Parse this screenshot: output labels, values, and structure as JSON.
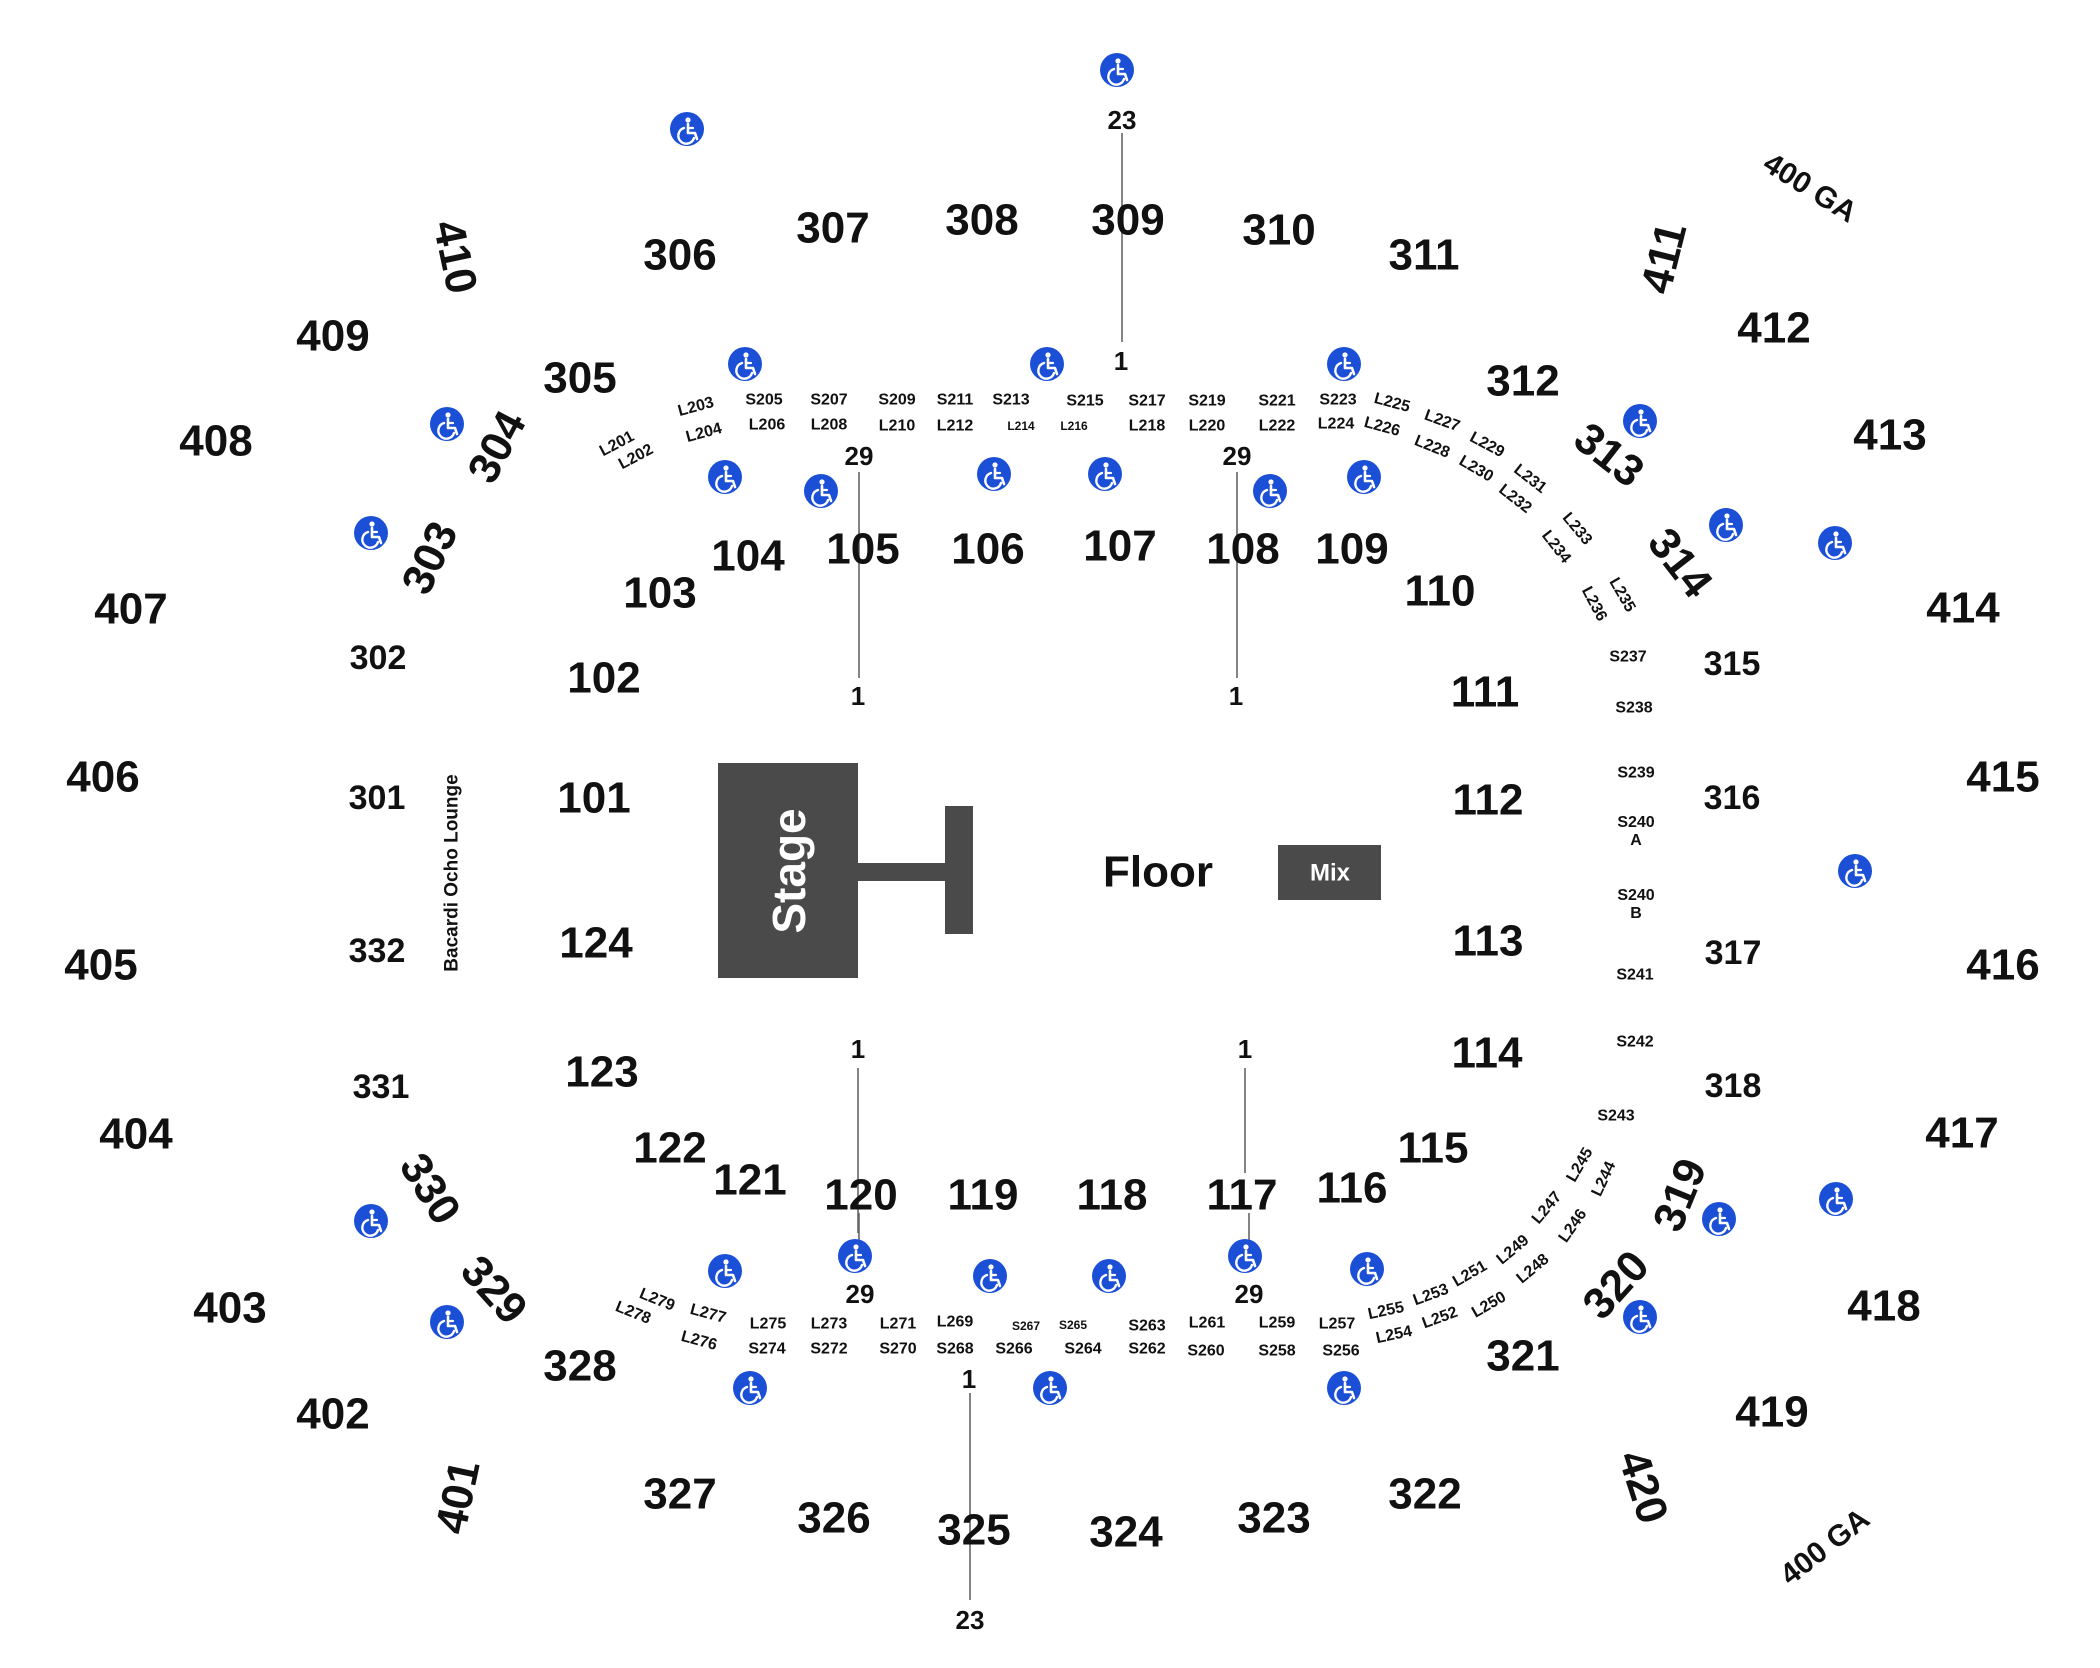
{
  "map": {
    "venue_labels": {
      "stage": "Stage",
      "floor": "Floor",
      "mix": "Mix",
      "lounge": "Bacardi Ocho Lounge",
      "ga_top": "400 GA",
      "ga_bottom": "400 GA"
    },
    "sections_100": [
      "101",
      "102",
      "103",
      "104",
      "105",
      "106",
      "107",
      "108",
      "109",
      "110",
      "111",
      "112",
      "113",
      "114",
      "115",
      "116",
      "117",
      "118",
      "119",
      "120",
      "121",
      "122",
      "123",
      "124"
    ],
    "sections_300": [
      "301",
      "302",
      "303",
      "304",
      "305",
      "306",
      "307",
      "308",
      "309",
      "310",
      "311",
      "312",
      "313",
      "314",
      "315",
      "316",
      "317",
      "318",
      "319",
      "320",
      "321",
      "322",
      "323",
      "324",
      "325",
      "326",
      "327",
      "328",
      "329",
      "330",
      "331",
      "332"
    ],
    "sections_400": [
      "401",
      "402",
      "403",
      "404",
      "405",
      "406",
      "407",
      "408",
      "409",
      "410",
      "411",
      "412",
      "413",
      "414",
      "415",
      "416",
      "417",
      "418",
      "419",
      "420"
    ],
    "suites": [
      "S205",
      "S207",
      "S209",
      "S211",
      "S213",
      "S215",
      "S217",
      "S219",
      "S221",
      "S223",
      "S237",
      "S238",
      "S239",
      "S240\nA",
      "S240\nB",
      "S241",
      "S242",
      "S243",
      "S256",
      "S258",
      "S260",
      "S262",
      "S263",
      "S264",
      "S265",
      "S266",
      "S267",
      "S268",
      "S270",
      "S272",
      "S274"
    ],
    "loges": [
      "L201",
      "L202",
      "L203",
      "L204",
      "L206",
      "L208",
      "L210",
      "L212",
      "L214",
      "L216",
      "L218",
      "L220",
      "L222",
      "L224",
      "L225",
      "L226",
      "L227",
      "L228",
      "L229",
      "L230",
      "L231",
      "L232",
      "L233",
      "L234",
      "L235",
      "L236",
      "L244",
      "L245",
      "L246",
      "L247",
      "L248",
      "L249",
      "L250",
      "L251",
      "L252",
      "L253",
      "L254",
      "L255",
      "L257",
      "L259",
      "L261",
      "L269",
      "L271",
      "L273",
      "L275",
      "L276",
      "L277",
      "L278",
      "L279"
    ],
    "row_markers": [
      "23",
      "1",
      "29",
      "29",
      "1",
      "1",
      "1",
      "1",
      "29",
      "29",
      "1",
      "23"
    ],
    "wheelchair_icon": "wheelchair-icon",
    "colors": {
      "accessible": "#1b4fd6",
      "stage_block": "#4a4a4a",
      "text": "#111111"
    }
  }
}
